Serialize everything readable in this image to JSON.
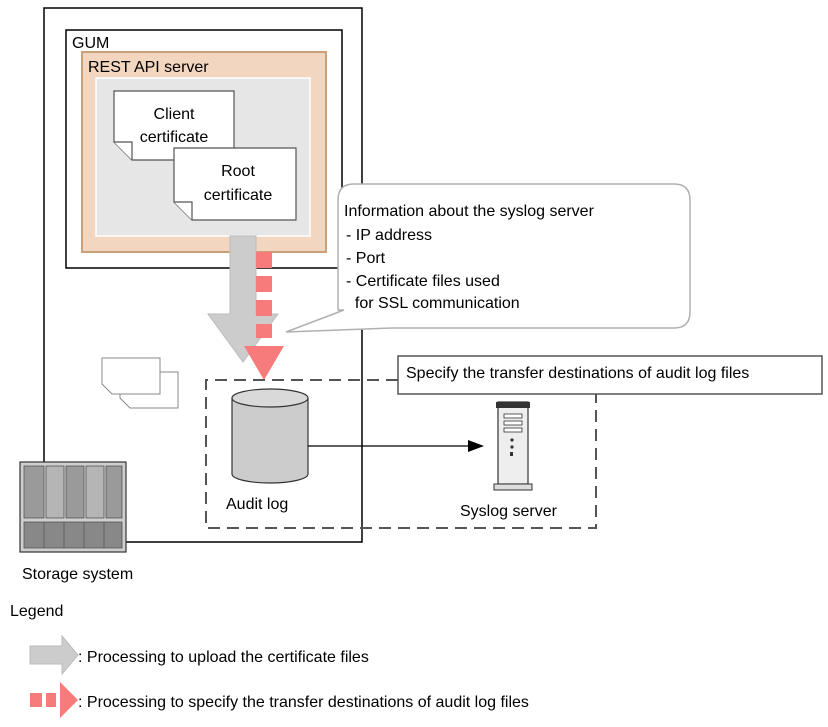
{
  "gum": {
    "label": "GUM"
  },
  "rest_api_server": {
    "label": "REST API server"
  },
  "client_certificate": {
    "line1": "Client",
    "line2": "certificate"
  },
  "root_certificate": {
    "line1": "Root",
    "line2": "certificate"
  },
  "callout": {
    "title": "Information about the syslog server",
    "items": [
      "- IP address",
      "- Port",
      "- Certificate files used",
      "  for SSL communication"
    ]
  },
  "transfer_box": {
    "label": "Specify the transfer destinations of audit log files"
  },
  "audit_log": {
    "label": "Audit log"
  },
  "syslog_server": {
    "label": "Syslog server"
  },
  "storage_system": {
    "label": "Storage system"
  },
  "legend": {
    "title": "Legend",
    "upload_label": ": Processing to upload the certificate files",
    "transfer_label": ": Processing to specify the transfer destinations of audit log files"
  },
  "colors": {
    "rest_api_fill": "#f2d6bf",
    "rest_api_border": "#c9a07a",
    "inner_panel": "#e6e6e6",
    "upload_arrow": "#cccccc",
    "transfer_arrow": "#f87b7b"
  }
}
